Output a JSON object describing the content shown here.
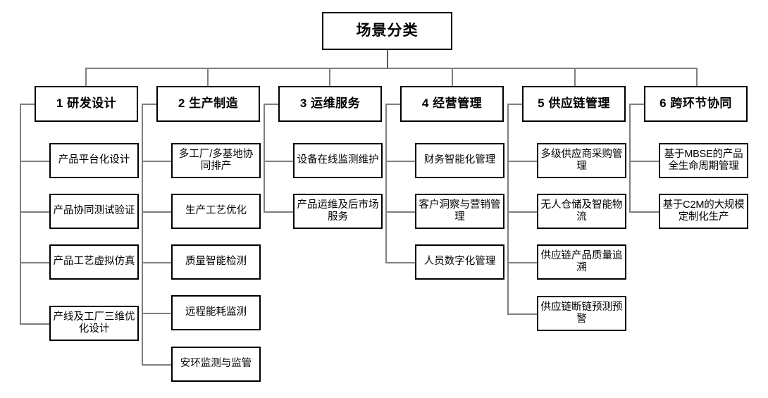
{
  "diagram": {
    "title": "场景分类",
    "root": {
      "label": "场景分类"
    },
    "categories": [
      {
        "index": "1",
        "label": "1 研发设计",
        "children": [
          {
            "label": "产品平台化设计"
          },
          {
            "label": "产品协同测试验证"
          },
          {
            "label": "产品工艺虚拟仿真"
          },
          {
            "label": "产线及工厂三维优化设计"
          }
        ]
      },
      {
        "index": "2",
        "label": "2 生产制造",
        "children": [
          {
            "label": "多工厂/多基地协同排产"
          },
          {
            "label": "生产工艺优化"
          },
          {
            "label": "质量智能检测"
          },
          {
            "label": "远程能耗监测"
          },
          {
            "label": "安环监测与监管"
          }
        ]
      },
      {
        "index": "3",
        "label": "3 运维服务",
        "children": [
          {
            "label": "设备在线监测维护"
          },
          {
            "label": "产品运维及后市场服务"
          }
        ]
      },
      {
        "index": "4",
        "label": "4 经营管理",
        "children": [
          {
            "label": "财务智能化管理"
          },
          {
            "label": "客户洞察与营销管理"
          },
          {
            "label": "人员数字化管理"
          }
        ]
      },
      {
        "index": "5",
        "label": "5 供应链管理",
        "children": [
          {
            "label": "多级供应商采购管理"
          },
          {
            "label": "无人仓储及智能物流"
          },
          {
            "label": "供应链产品质量追溯"
          },
          {
            "label": "供应链断链预测预警"
          }
        ]
      },
      {
        "index": "6",
        "label": "6 跨环节协同",
        "children": [
          {
            "label": "基于MBSE的产品全生命周期管理"
          },
          {
            "label": "基于C2M的大规模定制化生产"
          }
        ]
      }
    ],
    "colors": {
      "background": "#ffffff",
      "node_border": "#000000",
      "node_fill": "#ffffff",
      "text": "#000000",
      "connector": "#7f7f7f"
    }
  }
}
